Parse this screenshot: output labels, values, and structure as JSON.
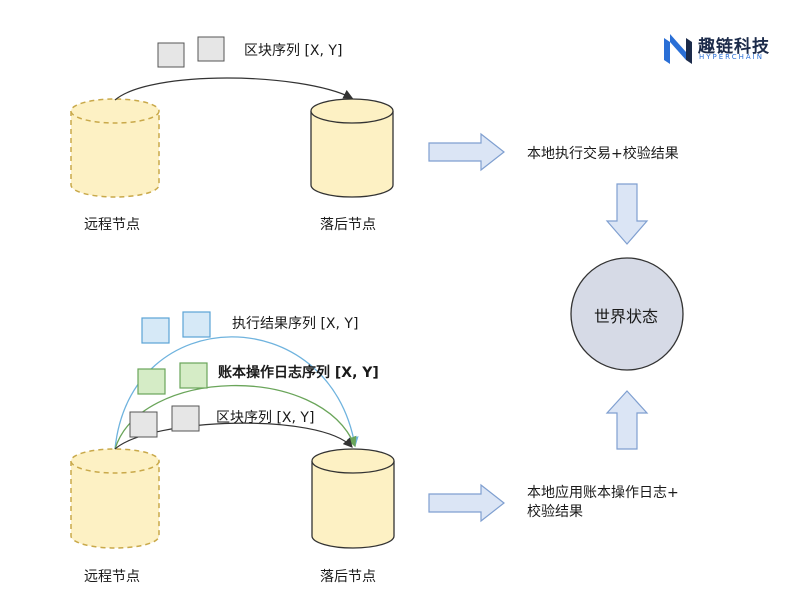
{
  "logo": {
    "name": "趣链科技",
    "sub": "HYPERCHAIN"
  },
  "top": {
    "remote_label": "远程节点",
    "lagging_label": "落后节点",
    "block_seq_label": "区块序列 [X, Y]",
    "result_label": "本地执行交易+校验结果"
  },
  "bottom": {
    "remote_label": "远程节点",
    "lagging_label": "落后节点",
    "exec_seq_label": "执行结果序列 [X, Y]",
    "ledger_seq_label": "账本操作日志序列 [X, Y]",
    "block_seq_label": "区块序列 [X, Y]",
    "result_line1": "本地应用账本操作日志+",
    "result_line2": "校验结果"
  },
  "world_state": "世界状态",
  "colors": {
    "cylinder_fill": "#fdf1c4",
    "cylinder_stroke": "#c9a94a",
    "arrow_fill": "#dbe5f5",
    "arrow_stroke": "#7f9fd0",
    "world_fill": "#d6dae6",
    "gray_square": "#e6e6e6",
    "blue_square": "#d6e9f7",
    "green_square": "#d5ecc6",
    "blue_arc": "#6fb3de",
    "green_arc": "#6aa55a",
    "black_arc": "#333333"
  }
}
